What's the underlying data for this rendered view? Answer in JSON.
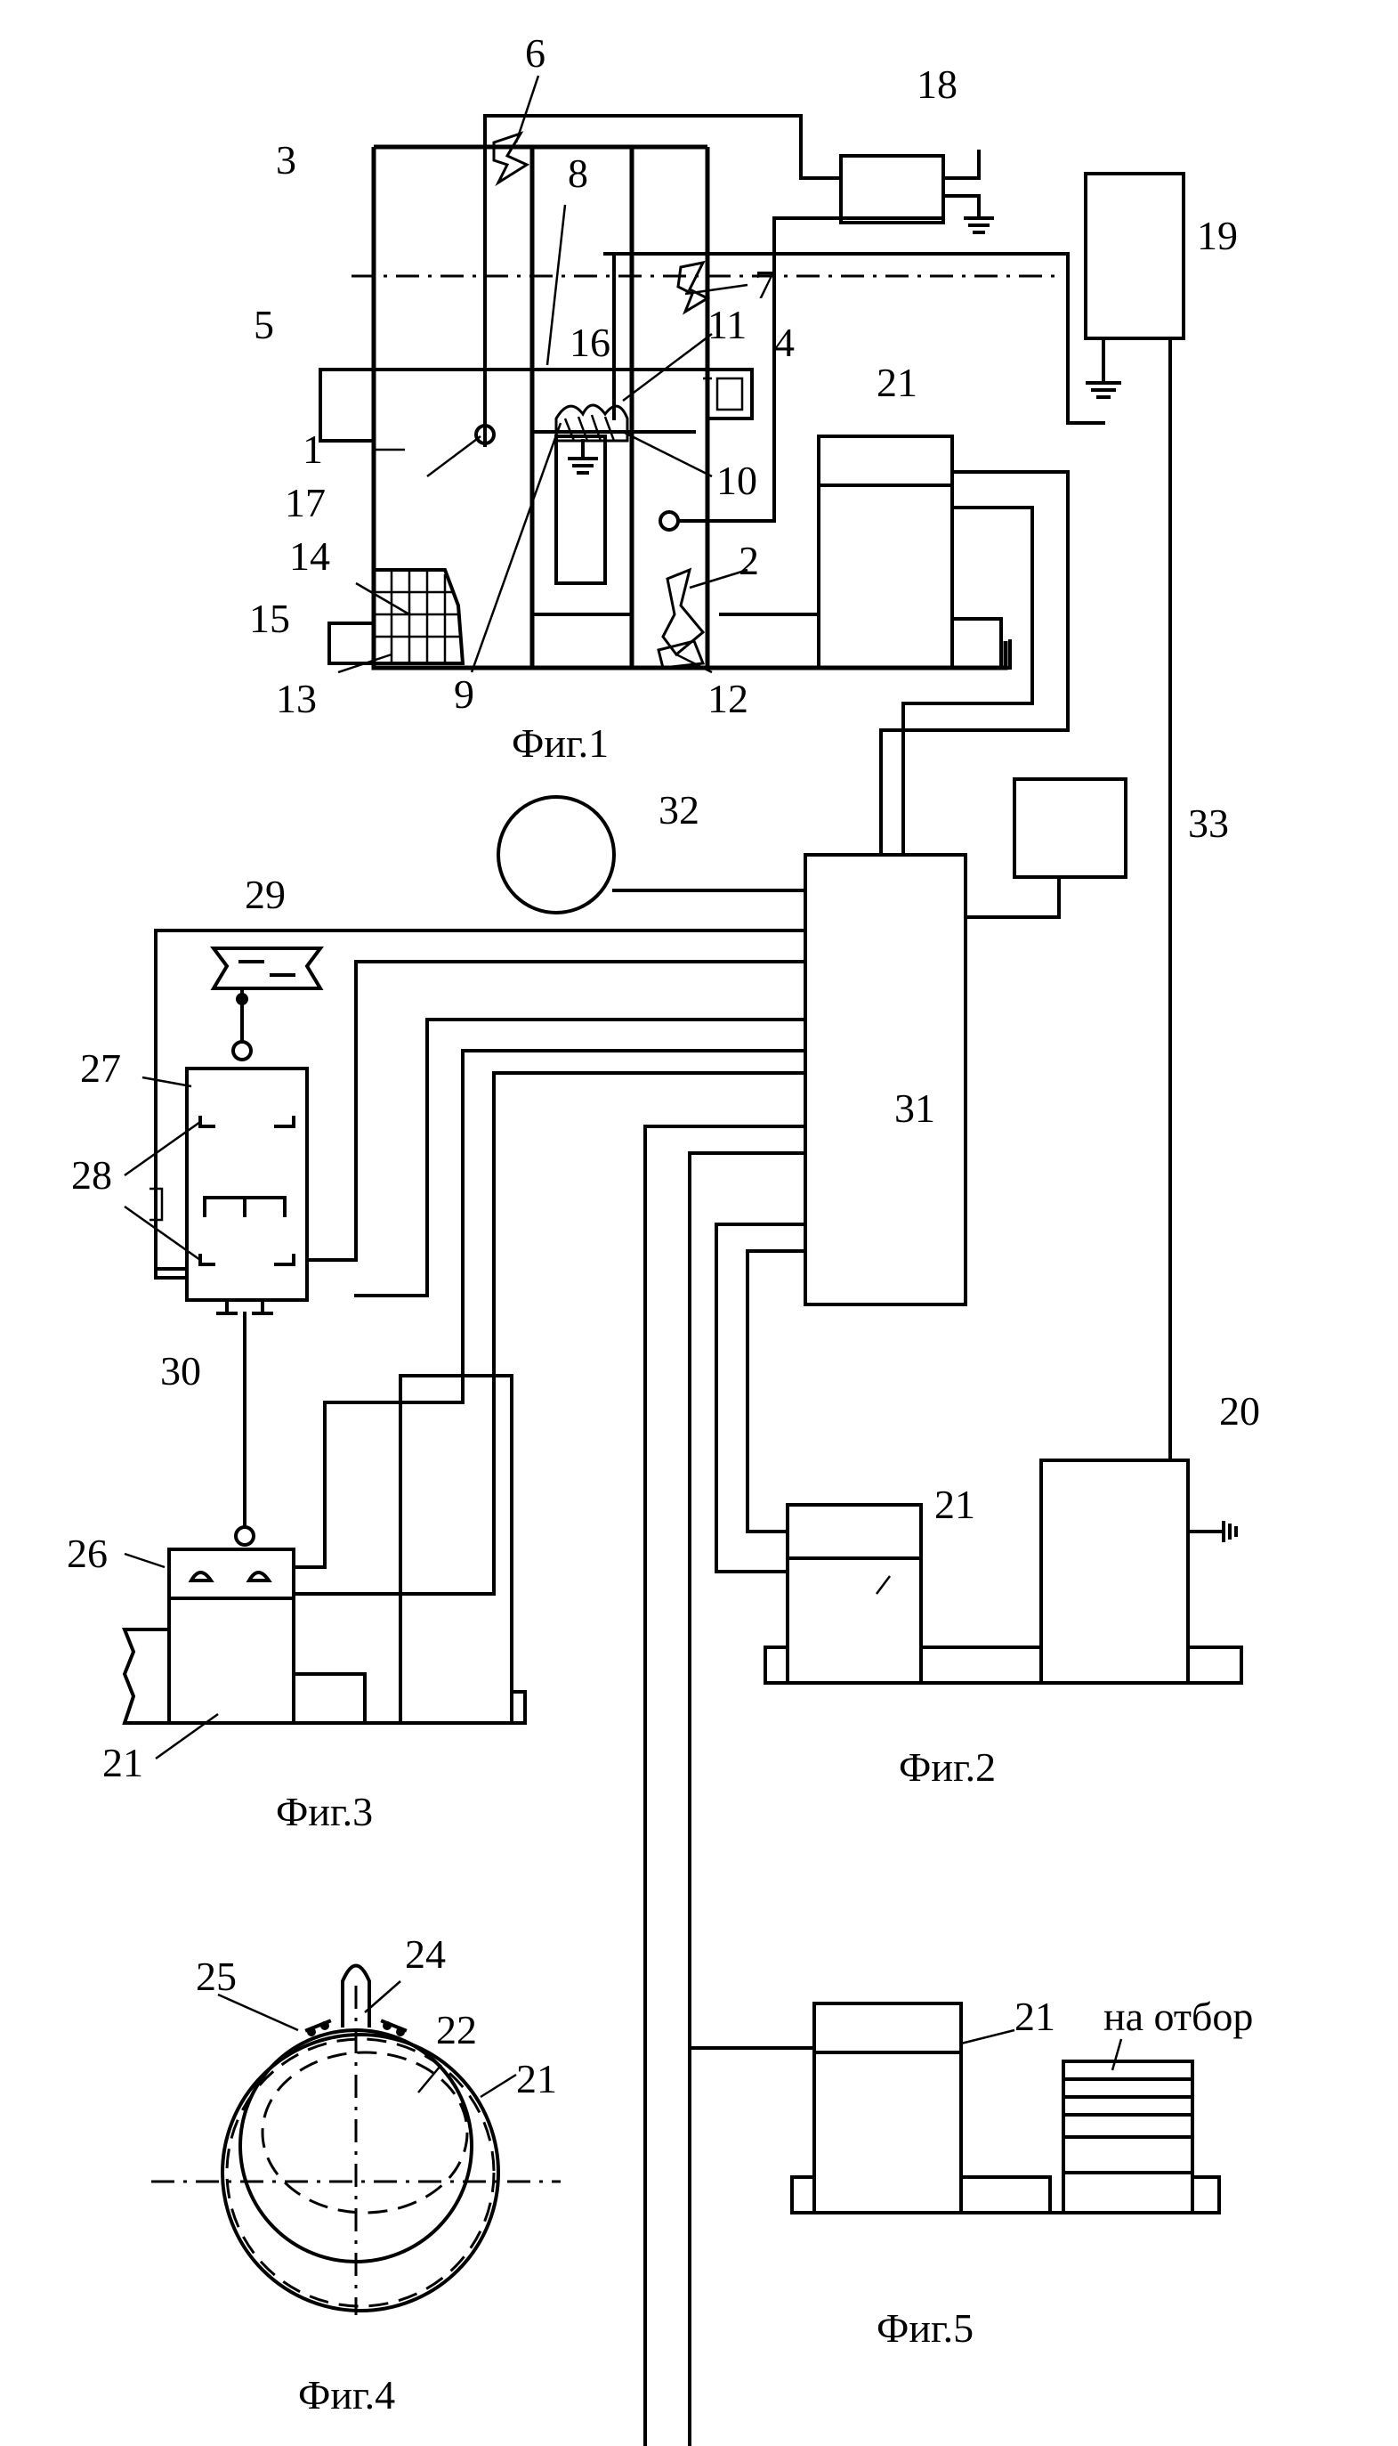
{
  "figures": {
    "fig1": {
      "caption": "Фиг.1"
    },
    "fig2": {
      "caption": "Фиг.2"
    },
    "fig3": {
      "caption": "Фиг.3"
    },
    "fig4": {
      "caption": "Фиг.4"
    },
    "fig5": {
      "caption": "Фиг.5"
    }
  },
  "labels": {
    "n1": "1",
    "n2": "2",
    "n3": "3",
    "n4": "4",
    "n5": "5",
    "n6": "6",
    "n7": "7",
    "n8": "8",
    "n9": "9",
    "n10": "10",
    "n11": "11",
    "n12": "12",
    "n13": "13",
    "n14": "14",
    "n15": "15",
    "n16": "16",
    "n17": "17",
    "n18": "18",
    "n19": "19",
    "n20": "20",
    "n21": "21",
    "n22": "22",
    "n24": "24",
    "n25": "25",
    "n26": "26",
    "n27": "27",
    "n28": "28",
    "n29": "29",
    "n30": "30",
    "n31": "31",
    "n32": "32",
    "n33": "33"
  },
  "annotations": {
    "to_sampling": "на отбор"
  }
}
